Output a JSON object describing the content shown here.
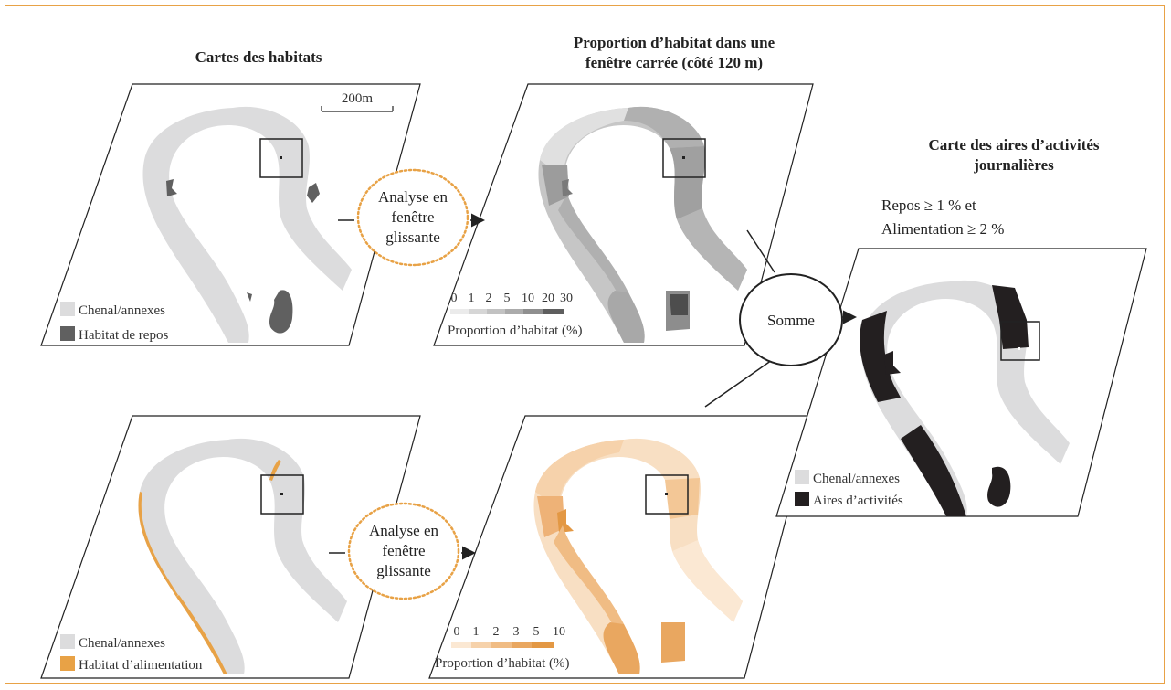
{
  "titles": {
    "habitat_maps": "Cartes des habitats",
    "proportion_line1": "Proportion d’habitat dans une",
    "proportion_line2": "fenêtre carrée (côté 120 m)",
    "activity_line1": "Carte des aires d’activités",
    "activity_line2": "journalières"
  },
  "scale_bar": "200m",
  "process": {
    "sliding_line1": "Analyse en",
    "sliding_line2": "fenêtre",
    "sliding_line3": "glissante",
    "sum": "Somme"
  },
  "criteria": {
    "line1": "Repos ≥ 1 % et",
    "line2": "Alimentation ≥ 2 %"
  },
  "legends": {
    "channel": "Chenal/annexes",
    "rest_habitat": "Habitat de repos",
    "feeding_habitat": "Habitat d’alimentation",
    "activity_areas": "Aires d’activités",
    "proportion_label": "Proportion d’habitat (%)"
  },
  "rest_scale": {
    "ticks": [
      "0",
      "1",
      "2",
      "5",
      "10",
      "20",
      "30"
    ],
    "colors": [
      "#ebebeb",
      "#d6d6d6",
      "#c2c2c2",
      "#ababab",
      "#8f8f8f",
      "#5e5e5e"
    ]
  },
  "feeding_scale": {
    "ticks": [
      "0",
      "1",
      "2",
      "3",
      "5",
      "10"
    ],
    "colors": [
      "#fbe8d3",
      "#f6d2ab",
      "#f0bc84",
      "#e9a760",
      "#e39844"
    ]
  },
  "colors": {
    "channel": "#dcdcdd",
    "rest": "#606060",
    "feeding": "#e8a246",
    "activity": "#231f20",
    "frame": "#e8a246"
  }
}
